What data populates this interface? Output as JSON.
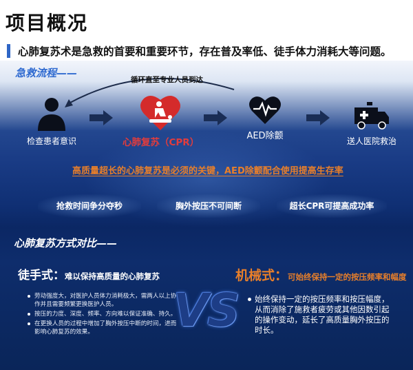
{
  "title": "项目概况",
  "subtitle": "心肺复苏术是急救的首要和重要环节，存在普及率低、徒手体力消耗大等问题。",
  "flow": {
    "heading": "急救流程——",
    "loop_label": "循环直至专业人员到达",
    "steps": [
      {
        "label": "检查患者意识",
        "icon": "person-icon"
      },
      {
        "label": "心肺复苏（CPR）",
        "icon": "cpr-icon"
      },
      {
        "label": "AED除颤",
        "icon": "heartbeat-icon"
      },
      {
        "label": "送人医院救治",
        "icon": "ambulance-icon"
      }
    ]
  },
  "key_statement": "高质量超长的心肺复苏是必须的关键，AED除颤配合使用提高生存率",
  "points": [
    "抢救时间争分夺秒",
    "胸外按压不可间断",
    "超长CPR可提高成功率"
  ],
  "compare": {
    "heading": "心肺复苏方式对比——",
    "manual": {
      "title": "徒手式：",
      "subtitle": "难以保持高质量的心肺复苏",
      "items": [
        "劳动强度大，对医护人员体力消耗极大，需两人以上协作并且需要频繁更换医护人员。",
        "按压的力度、深度、频率、方向难以保证准确、持久。",
        "在更换人员的过程中增加了胸外按压中断的时间，进而影响心肺复苏的效果。"
      ]
    },
    "vs": "VS",
    "mechanical": {
      "title": "机械式：",
      "subtitle": "可始终保持一定的按压频率和幅度",
      "items": [
        "始终保持一定的按压频率和按压幅度，从而消除了施救者疲劳或其他因数引起的操作变动，延长了高质量胸外按压的时长。"
      ]
    }
  },
  "colors": {
    "accent_blue": "#2f66c6",
    "alert_red": "#e43c3c",
    "highlight_orange": "#e87f2a",
    "background_navy": "#0f2f73"
  }
}
